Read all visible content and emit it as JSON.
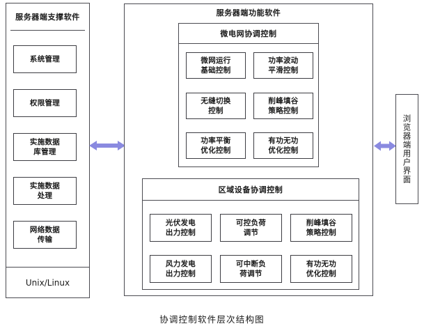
{
  "caption": "协调控制软件层次结构图",
  "colors": {
    "arrow": "#8a8ae0",
    "border": "#3c3c42",
    "panel_border": "#4a4a50",
    "background": "#ffffff",
    "text": "#1a1a1a"
  },
  "left_panel": {
    "title": "服务器端支撑软件",
    "footer": "Unix/Linux",
    "items": [
      {
        "label": "系统管理"
      },
      {
        "label": "权限管理"
      },
      {
        "label": "实施数据\n库管理",
        "line1": "实施数据",
        "line2": "库管理"
      },
      {
        "label": "实施数据\n处理",
        "line1": "实施数据",
        "line2": "处理"
      },
      {
        "label": "网络数据\n传输",
        "line1": "网络数据",
        "line2": "传输"
      }
    ]
  },
  "middle_panel": {
    "title": "服务器端功能软件",
    "groups": [
      {
        "title": "微电网协调控制",
        "items": [
          {
            "line1": "微网运行",
            "line2": "基础控制"
          },
          {
            "line1": "功率波动",
            "line2": "平滑控制"
          },
          {
            "line1": "无缝切换",
            "line2": "控制"
          },
          {
            "line1": "削峰填谷",
            "line2": "策略控制"
          },
          {
            "line1": "功率平衡",
            "line2": "优化控制"
          },
          {
            "line1": "有功无功",
            "line2": "优化控制"
          }
        ]
      },
      {
        "title": "区域设备协调控制",
        "items": [
          {
            "line1": "光伏发电",
            "line2": "出力控制"
          },
          {
            "line1": "可控负荷",
            "line2": "调节"
          },
          {
            "line1": "削峰填谷",
            "line2": "策略控制"
          },
          {
            "line1": "风力发电",
            "line2": "出力控制"
          },
          {
            "line1": "可中断负",
            "line2": "荷调节"
          },
          {
            "line1": "有功无功",
            "line2": "优化控制"
          }
        ]
      }
    ]
  },
  "right_panel": {
    "label": "浏览器端用户界面"
  },
  "connectors": [
    {
      "name": "left-middle-arrow",
      "type": "double-headed-arrow"
    },
    {
      "name": "middle-right-arrow",
      "type": "double-headed-arrow"
    }
  ]
}
